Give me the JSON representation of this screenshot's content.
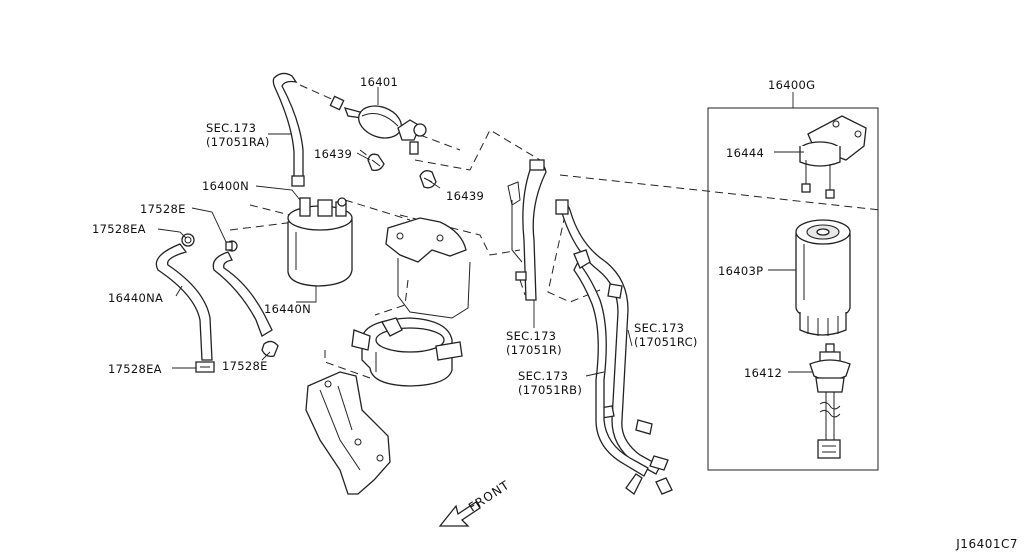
{
  "diagram": {
    "reference_code": "J16401C7",
    "front_label": "FRONT",
    "parts": {
      "p16401": "16401",
      "p16439a": "16439",
      "p16439b": "16439",
      "p16400n": "16400N",
      "p17528e_top": "17528E",
      "p17528ea_top": "17528EA",
      "p16440na": "16440NA",
      "p16440n": "16440N",
      "p17528ea_bottom": "17528EA",
      "p17528e_bottom": "17528E",
      "p16400g": "16400G",
      "p16444": "16444",
      "p16403p": "16403P",
      "p16412": "16412"
    },
    "sections": {
      "sec_ra": {
        "line1": "SEC.173",
        "line2": "(17051RA)"
      },
      "sec_r": {
        "line1": "SEC.173",
        "line2": "(17051R)"
      },
      "sec_rb": {
        "line1": "SEC.173",
        "line2": "(17051RB)"
      },
      "sec_rc": {
        "line1": "SEC.173",
        "line2": "(17051RC)"
      }
    }
  }
}
